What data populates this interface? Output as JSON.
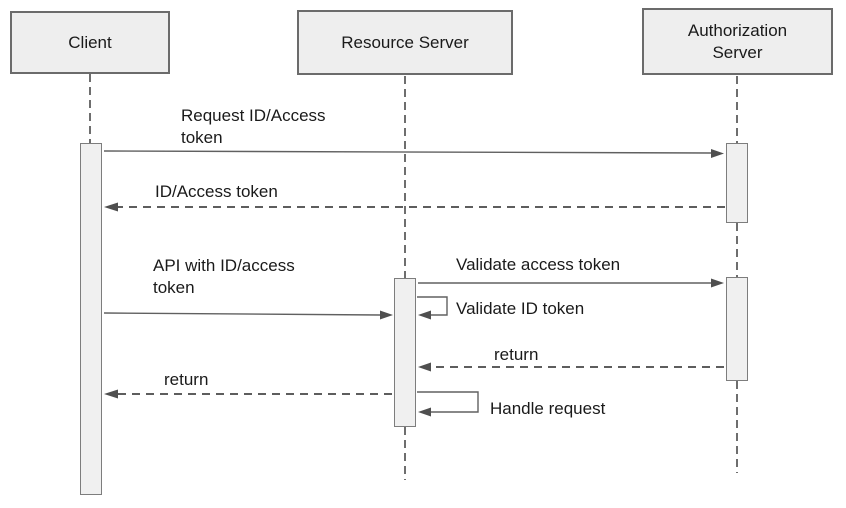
{
  "diagram": {
    "type": "uml-sequence-diagram",
    "actors": [
      {
        "id": "client",
        "label": "Client"
      },
      {
        "id": "resource-server",
        "label": "Resource Server"
      },
      {
        "id": "authorization-server",
        "label": "Authorization Server"
      }
    ],
    "messages": [
      {
        "from": "client",
        "to": "authorization-server",
        "style": "solid",
        "label": "Request ID/Access token"
      },
      {
        "from": "authorization-server",
        "to": "client",
        "style": "dashed-return",
        "label": "ID/Access token"
      },
      {
        "from": "client",
        "to": "resource-server",
        "style": "solid",
        "label": "API with ID/access token"
      },
      {
        "from": "resource-server",
        "to": "authorization-server",
        "style": "solid",
        "label": "Validate access token"
      },
      {
        "from": "resource-server",
        "to": "resource-server",
        "style": "self",
        "label": "Validate ID token"
      },
      {
        "from": "authorization-server",
        "to": "resource-server",
        "style": "dashed-return",
        "label": "return"
      },
      {
        "from": "resource-server",
        "to": "client",
        "style": "dashed-return",
        "label": "return"
      },
      {
        "from": "resource-server",
        "to": "resource-server",
        "style": "self",
        "label": "Handle request"
      }
    ],
    "colors": {
      "background": "#ffffff",
      "actor_fill": "#eeeeee",
      "actor_border": "#6b6b6b",
      "activation_fill": "#f0f0f0",
      "activation_border": "#7d7d7d",
      "line": "#606060",
      "text": "#1a1a1a"
    }
  }
}
